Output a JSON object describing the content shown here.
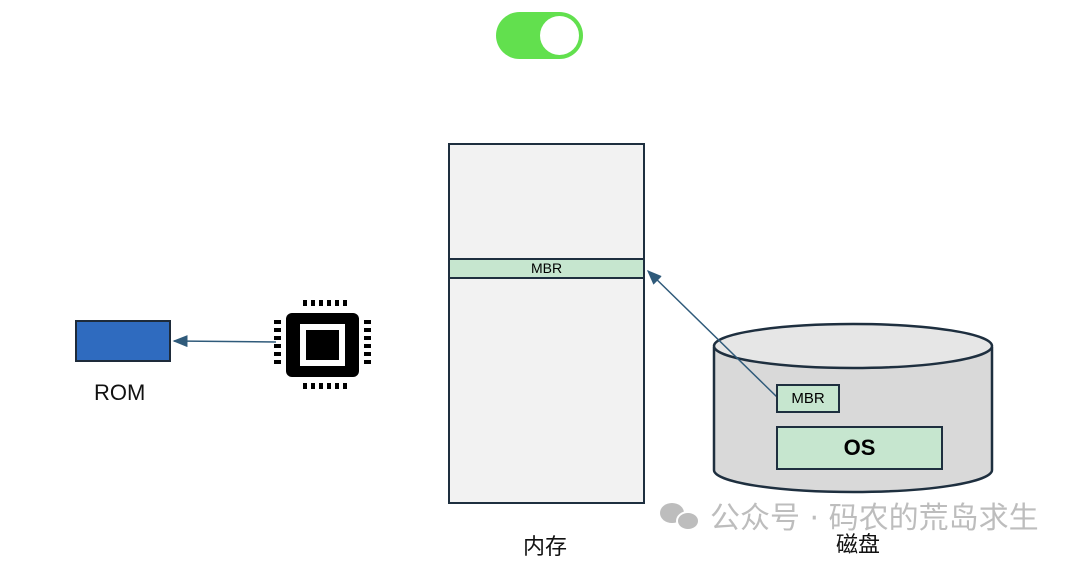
{
  "toggle": {
    "state": "on",
    "color": "#62e04e"
  },
  "rom": {
    "label": "ROM"
  },
  "cpu": {
    "icon": "cpu-chip-icon"
  },
  "memory": {
    "label": "内存",
    "mbr_label": "MBR"
  },
  "disk": {
    "label": "磁盘",
    "mbr_label": "MBR",
    "os_label": "OS"
  },
  "watermark": {
    "text": "公众号 · 码农的荒岛求生"
  }
}
